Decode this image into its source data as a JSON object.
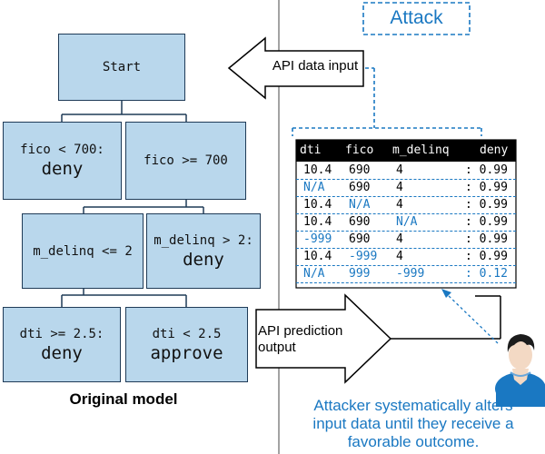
{
  "attack_label": "Attack",
  "api_input_label": "API data input",
  "api_output_label_line1": "API prediction",
  "api_output_label_line2": "output",
  "tree": {
    "start": "Start",
    "fico_lt_700_cond": "fico < 700:",
    "fico_lt_700_result": "deny",
    "fico_ge_700": "fico >= 700",
    "mdelinq_le_2": "m_delinq <= 2",
    "mdelinq_gt_2_cond": "m_delinq > 2:",
    "mdelinq_gt_2_result": "deny",
    "dti_ge_25_cond": "dti >= 2.5:",
    "dti_ge_25_result": "deny",
    "dti_lt_25_cond": "dti < 2.5",
    "dti_lt_25_result": "approve",
    "caption": "Original model"
  },
  "table": {
    "headers": [
      "dti",
      "fico",
      "m_delinq",
      "deny"
    ],
    "rows": [
      [
        "10.4",
        "690",
        "4",
        ": 0.99"
      ],
      [
        "N/A",
        "690",
        "4",
        ": 0.99"
      ],
      [
        "10.4",
        "N/A",
        "4",
        ": 0.99"
      ],
      [
        "10.4",
        "690",
        "N/A",
        ": 0.99"
      ],
      [
        "-999",
        "690",
        "4",
        ": 0.99"
      ],
      [
        "10.4",
        "-999",
        "4",
        ": 0.99"
      ],
      [
        "N/A",
        "999",
        "-999",
        ": 0.12"
      ]
    ],
    "highlight": [
      [
        false,
        false,
        false,
        false
      ],
      [
        true,
        false,
        false,
        false
      ],
      [
        false,
        true,
        false,
        false
      ],
      [
        false,
        false,
        true,
        false
      ],
      [
        true,
        false,
        false,
        false
      ],
      [
        false,
        true,
        false,
        false
      ],
      [
        true,
        true,
        true,
        false
      ]
    ]
  },
  "attacker_text": [
    "Attacker systematically alters",
    "input data until they receive a",
    "favorable outcome."
  ],
  "colors": {
    "node_fill": "#b9d7ec",
    "node_border": "#1f3b57",
    "accent_blue": "#1a78c2",
    "table_header_bg": "#000000"
  },
  "icons": {
    "attacker": "person-icon"
  }
}
